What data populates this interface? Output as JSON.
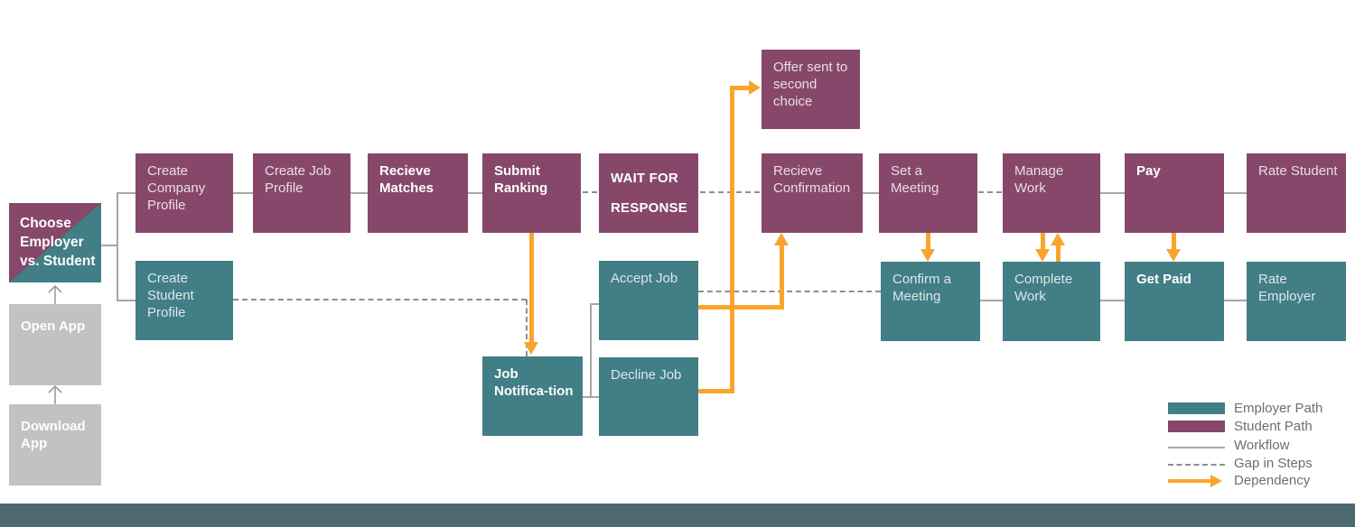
{
  "palette": {
    "student_path_purple": "#87476b",
    "employer_path_teal": "#417e86",
    "neutral_gray": "#c3c2c2",
    "dependency_orange": "#f9a52c",
    "workflow_line_gray": "#a7a7a7",
    "gap_line_gray": "#8f8f8f",
    "footer_bar": "#4d6a71",
    "legend_text": "#6e6e6e"
  },
  "start_column": {
    "download_app": "Download App",
    "open_app": "Open App",
    "choose": "Choose Employer vs. Student"
  },
  "top_row": {
    "create_company_profile": "Create Company Profile",
    "create_job_profile": "Create Job Profile",
    "recieve_matches": "Recieve Matches",
    "submit_ranking": "Submit Ranking",
    "wait_for_response": "WAIT FOR RESPONSE",
    "recieve_confirmation": "Recieve Confirmation",
    "set_a_meeting": "Set a Meeting",
    "manage_work": "Manage Work",
    "pay": "Pay",
    "rate_student": "Rate Student",
    "offer_second_choice": "Offer sent to second choice"
  },
  "bottom_row": {
    "create_student_profile": "Create Student Profile",
    "job_notification": "Job Notifica-tion",
    "accept_job": "Accept Job",
    "decline_job": "Decline Job",
    "confirm_a_meeting": "Confirm a Meeting",
    "complete_work": "Complete Work",
    "get_paid": "Get Paid",
    "rate_employer": "Rate Employer"
  },
  "legend": {
    "employer_path": "Employer Path",
    "student_path": "Student Path",
    "workflow": "Workflow",
    "gap_in_steps": "Gap in Steps",
    "dependency": "Dependency"
  }
}
